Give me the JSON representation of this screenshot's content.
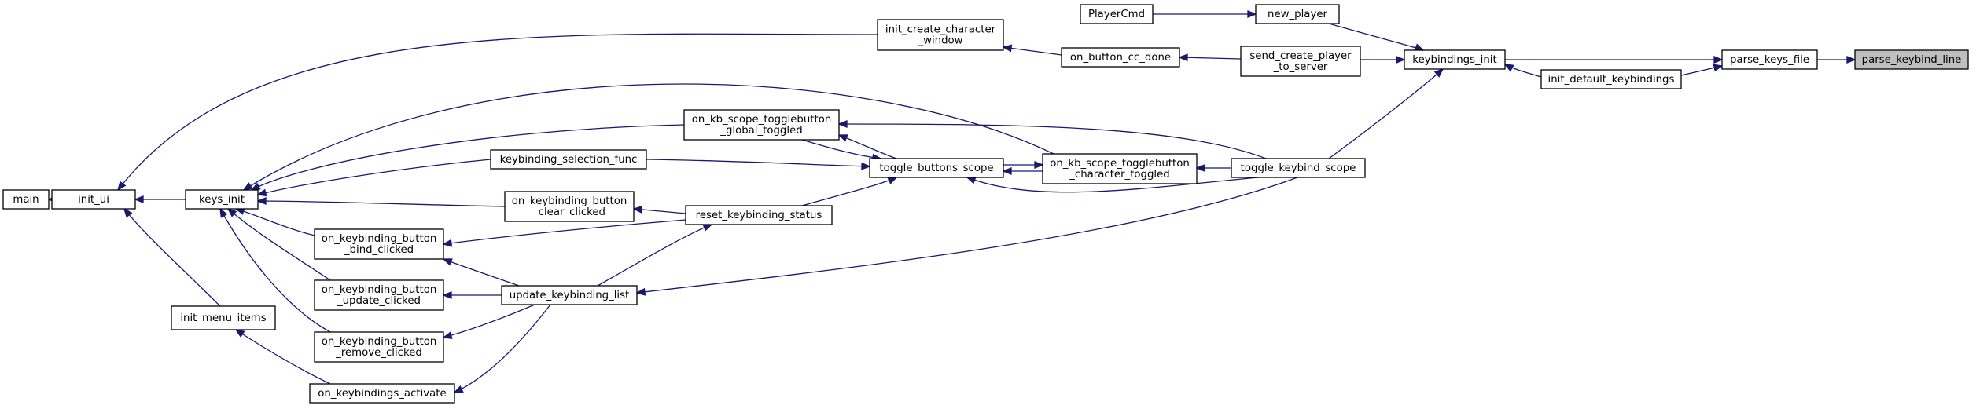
{
  "nodes": [
    {
      "id": "main",
      "lines": [
        "main"
      ]
    },
    {
      "id": "init_ui",
      "lines": [
        "init_ui"
      ]
    },
    {
      "id": "keys_init",
      "lines": [
        "keys_init"
      ]
    },
    {
      "id": "init_menu_items",
      "lines": [
        "init_menu_items"
      ]
    },
    {
      "id": "init_create_character_window",
      "lines": [
        "init_create_character",
        "_window"
      ]
    },
    {
      "id": "on_button_cc_done",
      "lines": [
        "on_button_cc_done"
      ]
    },
    {
      "id": "PlayerCmd",
      "lines": [
        "PlayerCmd"
      ]
    },
    {
      "id": "new_player",
      "lines": [
        "new_player"
      ]
    },
    {
      "id": "send_create_player_to_server",
      "lines": [
        "send_create_player",
        "_to_server"
      ]
    },
    {
      "id": "keybindings_init",
      "lines": [
        "keybindings_init"
      ]
    },
    {
      "id": "init_default_keybindings",
      "lines": [
        "init_default_keybindings"
      ]
    },
    {
      "id": "parse_keys_file",
      "lines": [
        "parse_keys_file"
      ]
    },
    {
      "id": "parse_keybind_line",
      "lines": [
        "parse_keybind_line"
      ],
      "highlight": true
    },
    {
      "id": "on_kb_scope_togglebutton_global_toggled",
      "lines": [
        "on_kb_scope_togglebutton",
        "_global_toggled"
      ]
    },
    {
      "id": "keybinding_selection_func",
      "lines": [
        "keybinding_selection_func"
      ]
    },
    {
      "id": "toggle_buttons_scope",
      "lines": [
        "toggle_buttons_scope"
      ]
    },
    {
      "id": "on_kb_scope_togglebutton_character_toggled",
      "lines": [
        "on_kb_scope_togglebutton",
        "_character_toggled"
      ]
    },
    {
      "id": "toggle_keybind_scope",
      "lines": [
        "toggle_keybind_scope"
      ]
    },
    {
      "id": "on_keybinding_button_clear_clicked",
      "lines": [
        "on_keybinding_button",
        "_clear_clicked"
      ]
    },
    {
      "id": "reset_keybinding_status",
      "lines": [
        "reset_keybinding_status"
      ]
    },
    {
      "id": "on_keybinding_button_bind_clicked",
      "lines": [
        "on_keybinding_button",
        "_bind_clicked"
      ]
    },
    {
      "id": "on_keybinding_button_update_clicked",
      "lines": [
        "on_keybinding_button",
        "_update_clicked"
      ]
    },
    {
      "id": "update_keybinding_list",
      "lines": [
        "update_keybinding_list"
      ]
    },
    {
      "id": "on_keybinding_button_remove_clicked",
      "lines": [
        "on_keybinding_button",
        "_remove_clicked"
      ]
    },
    {
      "id": "on_keybindings_activate",
      "lines": [
        "on_keybindings_activate"
      ]
    }
  ],
  "edges": [
    {
      "from": "init_ui",
      "to": "main"
    },
    {
      "from": "keys_init",
      "to": "init_ui"
    },
    {
      "from": "init_menu_items",
      "to": "init_ui"
    },
    {
      "from": "init_create_character_window",
      "to": "init_ui"
    },
    {
      "from": "on_kb_scope_togglebutton_global_toggled",
      "to": "keys_init"
    },
    {
      "from": "keybinding_selection_func",
      "to": "keys_init"
    },
    {
      "from": "on_keybinding_button_clear_clicked",
      "to": "keys_init"
    },
    {
      "from": "on_keybinding_button_bind_clicked",
      "to": "keys_init"
    },
    {
      "from": "on_keybinding_button_update_clicked",
      "to": "keys_init"
    },
    {
      "from": "on_keybinding_button_remove_clicked",
      "to": "keys_init"
    },
    {
      "from": "on_kb_scope_togglebutton_character_toggled",
      "to": "keys_init"
    },
    {
      "from": "on_keybindings_activate",
      "to": "init_menu_items"
    },
    {
      "from": "on_button_cc_done",
      "to": "init_create_character_window"
    },
    {
      "from": "send_create_player_to_server",
      "to": "on_button_cc_done"
    },
    {
      "from": "PlayerCmd",
      "to": "new_player"
    },
    {
      "from": "new_player",
      "to": "keybindings_init"
    },
    {
      "from": "send_create_player_to_server",
      "to": "keybindings_init"
    },
    {
      "from": "toggle_keybind_scope",
      "to": "keybindings_init"
    },
    {
      "from": "init_default_keybindings",
      "to": "keybindings_init"
    },
    {
      "from": "keybindings_init",
      "to": "parse_keys_file"
    },
    {
      "from": "init_default_keybindings",
      "to": "parse_keys_file"
    },
    {
      "from": "parse_keys_file",
      "to": "parse_keybind_line"
    },
    {
      "from": "toggle_keybind_scope",
      "to": "on_kb_scope_togglebutton_global_toggled"
    },
    {
      "from": "toggle_buttons_scope",
      "to": "on_kb_scope_togglebutton_global_toggled"
    },
    {
      "from": "on_kb_scope_togglebutton_global_toggled",
      "to": "toggle_buttons_scope"
    },
    {
      "from": "keybinding_selection_func",
      "to": "toggle_buttons_scope"
    },
    {
      "from": "on_kb_scope_togglebutton_character_toggled",
      "to": "toggle_buttons_scope"
    },
    {
      "from": "toggle_buttons_scope",
      "to": "on_kb_scope_togglebutton_character_toggled"
    },
    {
      "from": "reset_keybinding_status",
      "to": "toggle_buttons_scope"
    },
    {
      "from": "toggle_keybind_scope",
      "to": "toggle_buttons_scope"
    },
    {
      "from": "toggle_keybind_scope",
      "to": "on_kb_scope_togglebutton_character_toggled"
    },
    {
      "from": "reset_keybinding_status",
      "to": "on_keybinding_button_clear_clicked"
    },
    {
      "from": "reset_keybinding_status",
      "to": "on_keybinding_button_bind_clicked"
    },
    {
      "from": "update_keybinding_list",
      "to": "reset_keybinding_status"
    },
    {
      "from": "update_keybinding_list",
      "to": "on_keybinding_button_bind_clicked"
    },
    {
      "from": "update_keybinding_list",
      "to": "on_keybinding_button_update_clicked"
    },
    {
      "from": "update_keybinding_list",
      "to": "on_keybinding_button_remove_clicked"
    },
    {
      "from": "update_keybinding_list",
      "to": "on_keybindings_activate"
    },
    {
      "from": "toggle_keybind_scope",
      "to": "update_keybinding_list"
    }
  ]
}
